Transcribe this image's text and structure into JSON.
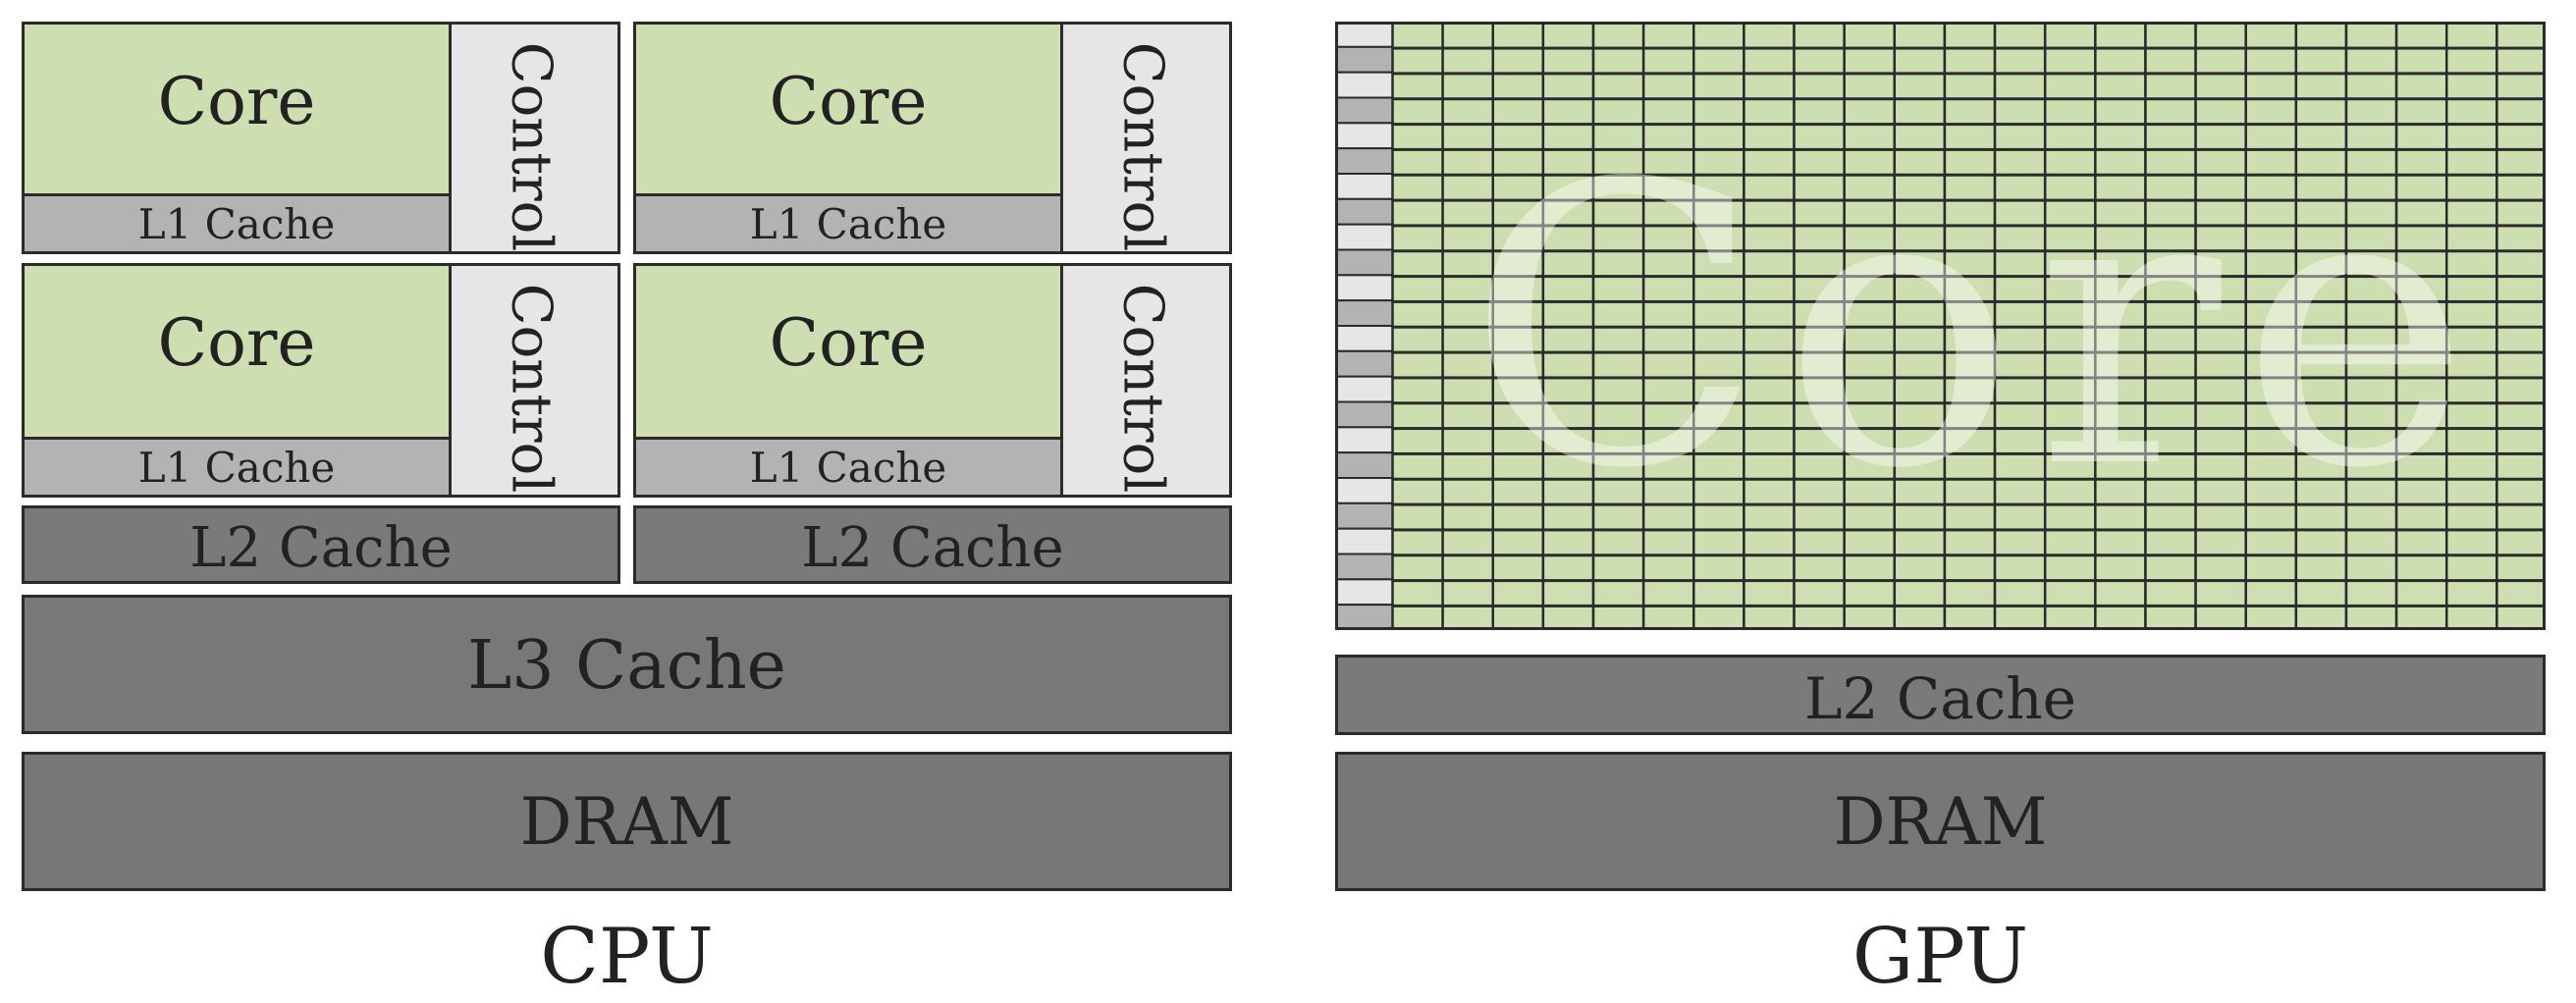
{
  "cpu": {
    "caption": "CPU",
    "core_label": "Core",
    "l1_label": "L1 Cache",
    "control_label": "Control",
    "l2_label": "L2 Cache",
    "l3_label": "L3 Cache",
    "dram_label": "DRAM"
  },
  "gpu": {
    "caption": "GPU",
    "core_watermark": "Core",
    "l2_label": "L2 Cache",
    "dram_label": "DRAM",
    "grid": {
      "rows": 24,
      "cols": 23
    }
  },
  "colors": {
    "core": "#cddfb0",
    "l1_cache": "#b3b3b3",
    "control": "#e6e6e6",
    "l2_cache": "#7a7a7a",
    "l3_cache": "#787878",
    "dram": "#777777",
    "border": "#2b2b2b"
  }
}
